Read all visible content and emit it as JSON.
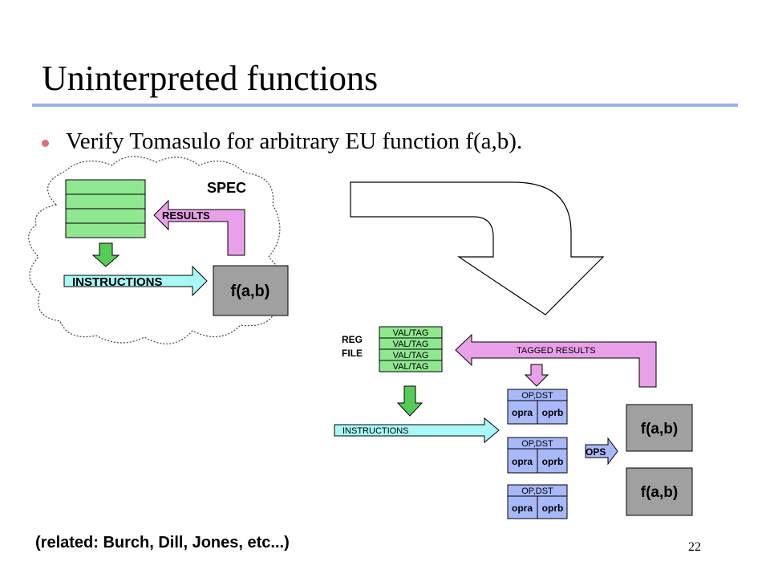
{
  "title": "Uninterpreted functions",
  "bullet": "Verify Tomasulo for arbitrary EU function f(a,b).",
  "footnote": "(related: Burch, Dill, Jones, etc...)",
  "page_number": "22",
  "spec_diagram": {
    "spec_label": "SPEC",
    "results_label": "RESULTS",
    "instructions_label": "INSTRUCTIONS",
    "function_label": "f(a,b)"
  },
  "impl_diagram": {
    "reg_file_label": [
      "REG",
      "FILE"
    ],
    "reg_entries": [
      "VAL/TAG",
      "VAL/TAG",
      "VAL/TAG",
      "VAL/TAG"
    ],
    "tagged_results_label": "TAGGED RESULTS",
    "instructions_label": "INSTRUCTIONS",
    "reservation_stations": [
      {
        "header": "OP,DST",
        "left": "opra",
        "right": "oprb"
      },
      {
        "header": "OP,DST",
        "left": "opra",
        "right": "oprb"
      },
      {
        "header": "OP,DST",
        "left": "opra",
        "right": "oprb"
      }
    ],
    "ops_label": "OPS",
    "function_units": [
      "f(a,b)",
      "f(a,b)"
    ]
  },
  "colors": {
    "title_rule": "#9bb0ec",
    "bullet": "#e07070",
    "green": "#8fe88f",
    "arrow_green": "#55cc55",
    "pink": "#e8a0e8",
    "cyan": "#a8f8f8",
    "blue": "#a8b8f8",
    "gray": "#a0a0a0"
  }
}
